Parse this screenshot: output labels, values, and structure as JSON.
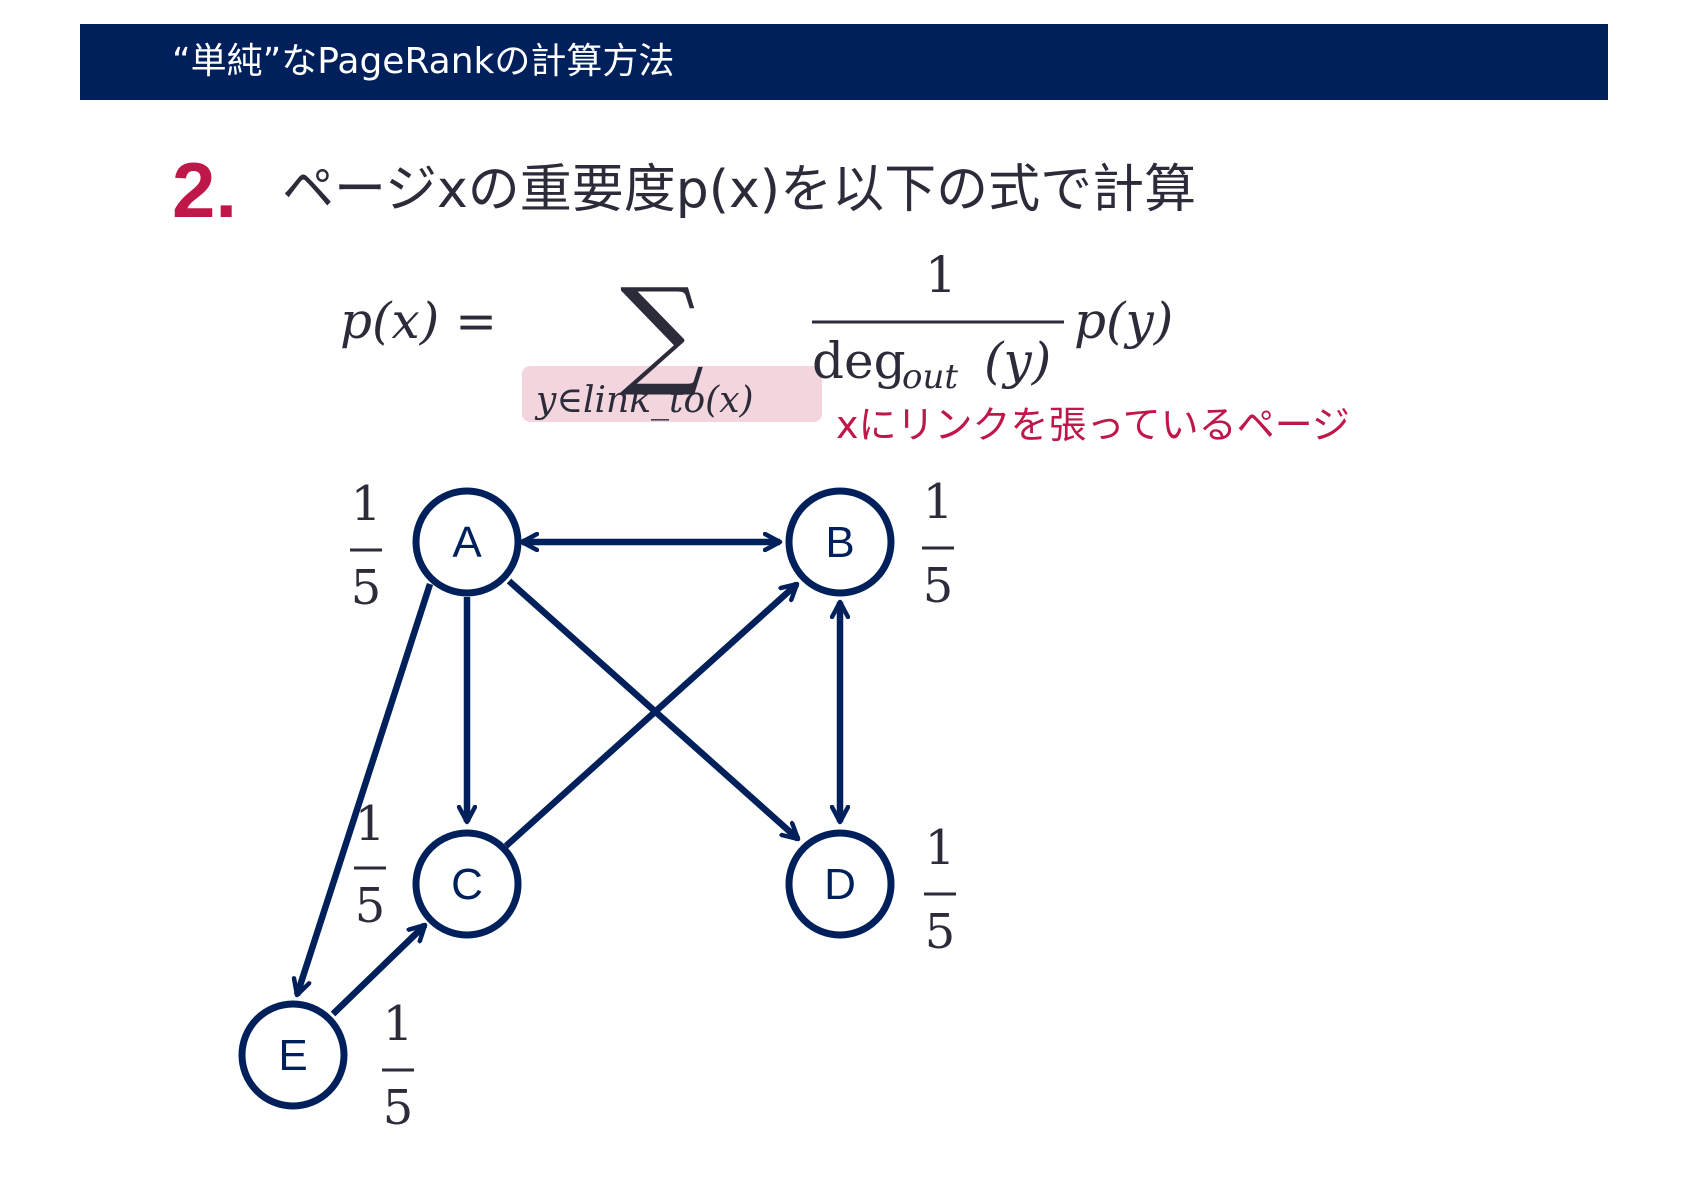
{
  "header": {
    "title": "“単純”なPageRankの計算方法"
  },
  "step": {
    "number": "2.",
    "text": "ページxの重要度p(x)を以下の式で計算"
  },
  "formula": {
    "lhs": "p(x) =",
    "sum_symbol": "∑",
    "sum_subscript": "y∈link_to(x)",
    "numerator": "1",
    "denominator_main": "deg",
    "denominator_sub": "out",
    "denominator_arg": "(y)",
    "rhs": "p(y)"
  },
  "annotation": {
    "text": "xにリンクを張っているページ"
  },
  "graph": {
    "nodes": [
      {
        "id": "A",
        "label": "A",
        "weight_num": "1",
        "weight_den": "5"
      },
      {
        "id": "B",
        "label": "B",
        "weight_num": "1",
        "weight_den": "5"
      },
      {
        "id": "C",
        "label": "C",
        "weight_num": "1",
        "weight_den": "5"
      },
      {
        "id": "D",
        "label": "D",
        "weight_num": "1",
        "weight_den": "5"
      },
      {
        "id": "E",
        "label": "E",
        "weight_num": "1",
        "weight_den": "5"
      }
    ],
    "edges": [
      {
        "from": "A",
        "to": "B",
        "bidirectional": true
      },
      {
        "from": "A",
        "to": "C",
        "bidirectional": false
      },
      {
        "from": "A",
        "to": "D",
        "bidirectional": false
      },
      {
        "from": "A",
        "to": "E",
        "bidirectional": false
      },
      {
        "from": "C",
        "to": "B",
        "bidirectional": false
      },
      {
        "from": "B",
        "to": "D",
        "bidirectional": true
      },
      {
        "from": "E",
        "to": "C",
        "bidirectional": false
      }
    ]
  },
  "colors": {
    "navy": "#00205b",
    "accent": "#c0174a",
    "highlight": "#f2d5dd",
    "text": "#2b2b3a"
  }
}
